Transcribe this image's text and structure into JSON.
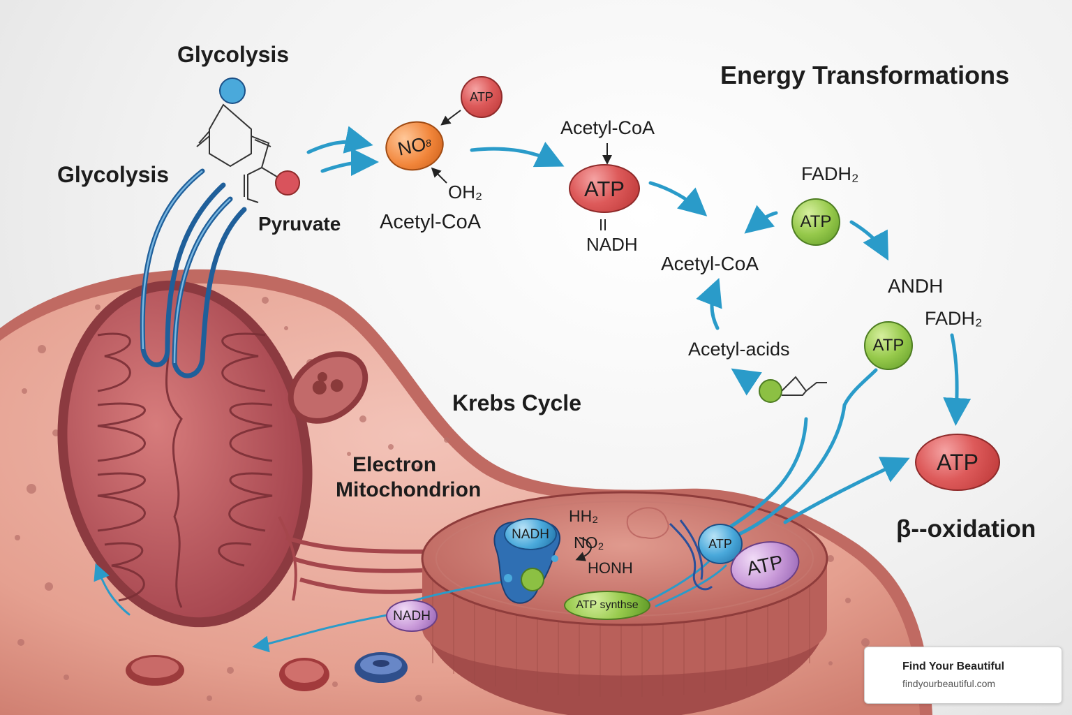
{
  "labels": {
    "glycolysis_top": "Glycolysis",
    "glycolysis_left": "Glycolysis",
    "energy_title": "Energy Transformations",
    "pyruvate": "Pyruvate",
    "acetyl_coa_1": "Acetyl-CoA",
    "oh2": "OH₂",
    "acetyl_coa_top": "Acetyl-CoA",
    "equals_sign": "=",
    "nadh_text": "NADH",
    "fadh2_top": "FADH₂",
    "acetyl_coa_right": "Acetyl-CoA",
    "andh": "ANDH",
    "fadh2_right": "FADH₂",
    "acetyl_acids": "Acetyl-acids",
    "krebs_cycle": "Krebs Cycle",
    "electron_mito_1": "Electron",
    "electron_mito_2": "Mitochondrion",
    "beta_oxidation": "β--oxidation",
    "hh2": "HH₂",
    "no2": "NO₂",
    "honh": "HONH"
  },
  "molecules": {
    "no_label": "NO",
    "no_superscript": "8",
    "atp_small_red": "ATP",
    "atp_big_red_top": "ATP",
    "atp_green_1": "ATP",
    "atp_green_2": "ATP",
    "atp_big_red_right": "ATP",
    "nadh_blue": "NADH",
    "nadh_purple": "NADH",
    "atp_synthase": "ATP synthse",
    "atp_blue": "ATP",
    "atp_purple": "ATP"
  },
  "brand": {
    "name": "Find Your Beautiful",
    "url": "findyourbeautiful.com"
  },
  "colors": {
    "arrow_blue": "#2a9bc9",
    "cell_pink": "#e8a49a",
    "mito_red": "#b9555a",
    "atp_red": "#d94f4f",
    "atp_green": "#8cc043"
  }
}
